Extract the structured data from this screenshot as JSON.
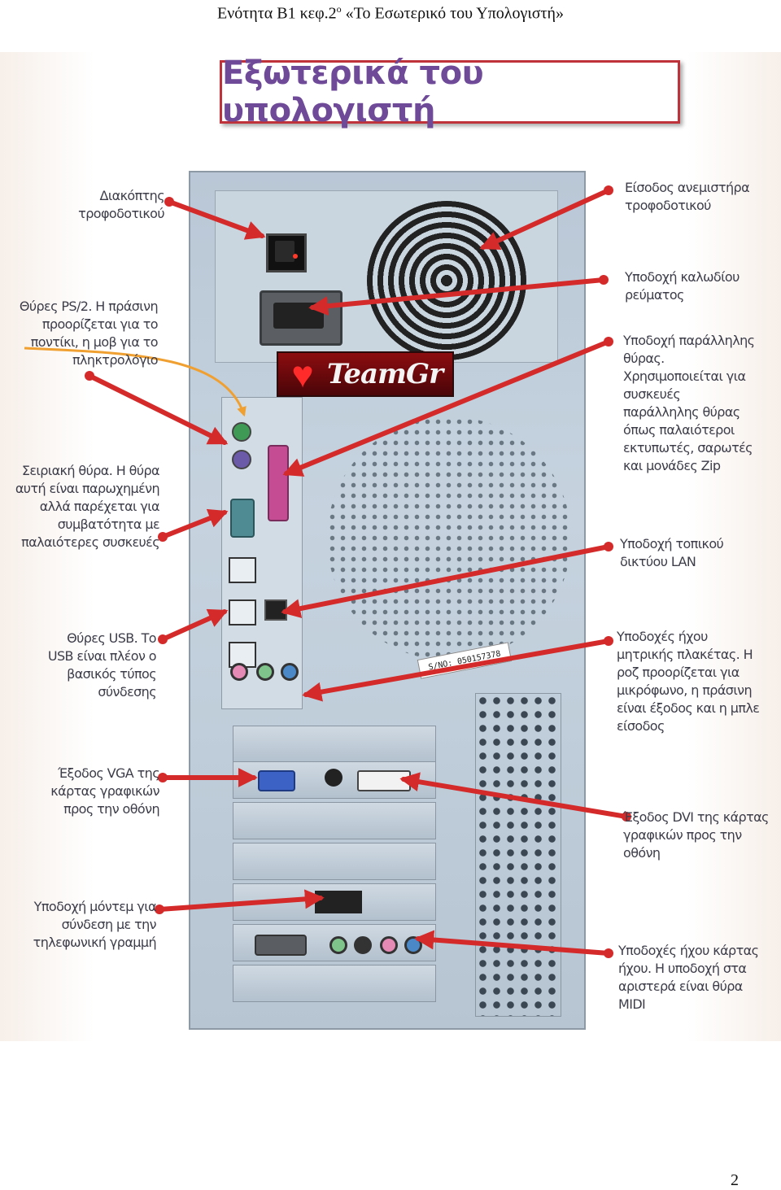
{
  "header": {
    "prefix": "Ενότητα Β1 κεφ.2",
    "sup": "ο",
    "suffix": " «Το Εσωτερικό του Υπολογιστή»"
  },
  "figure": {
    "title": "Εξωτερικά του υπολογιστή",
    "logo_text": "TeamGr",
    "serial_label": "S/NO: 050157378",
    "labels": {
      "power_switch": "Διακόπτης τροφοδοτικού",
      "ps2_ports": "Θύρες PS/2. Η πράσινη προορίζεται για το ποντίκι, η μοβ για το πληκτρολόγιο",
      "serial_port": "Σειριακή θύρα. Η θύρα αυτή είναι παρωχημένη αλλά παρέχεται για συμβατότητα με παλαιότερες συσκευές",
      "usb_ports": "Θύρες USB. Το USB είναι πλέον ο βασικός τύπος σύνδεσης",
      "vga_output": "Έξοδος VGA της κάρτας γραφικών προς την οθόνη",
      "modem_socket": "Υποδοχή μόντεμ για σύνδεση με την τηλεφωνική γραμμή",
      "psu_fan_intake": "Είσοδος ανεμιστήρα τροφοδοτικού",
      "power_cable_socket": "Υποδοχή καλωδίου ρεύματος",
      "parallel_port": "Υποδοχή παράλληλης θύρας. Χρησιμοποιείται για συσκευές παράλληλης θύρας όπως παλαιότεροι εκτυπωτές, σαρωτές και μονάδες Zip",
      "lan_socket": "Υποδοχή τοπικού δικτύου LAN",
      "mb_audio": "Υποδοχές ήχου μητρικής πλακέτας. Η ροζ προορίζεται για μικρόφωνο, η πράσινη είναι έξοδος και η μπλε είσοδος",
      "dvi_output": "Έξοδος DVI της κάρτας γραφικών προς την οθόνη",
      "soundcard_audio": "Υποδοχές ήχου κάρτας ήχου. Η υποδοχή στα αριστερά είναι θύρα MIDI"
    }
  },
  "page_number": "2",
  "colors": {
    "arrow_red": "#d42a2a",
    "arrow_orange": "#f0a030",
    "title_purple": "#6e4a98",
    "title_border": "#c0323a"
  }
}
